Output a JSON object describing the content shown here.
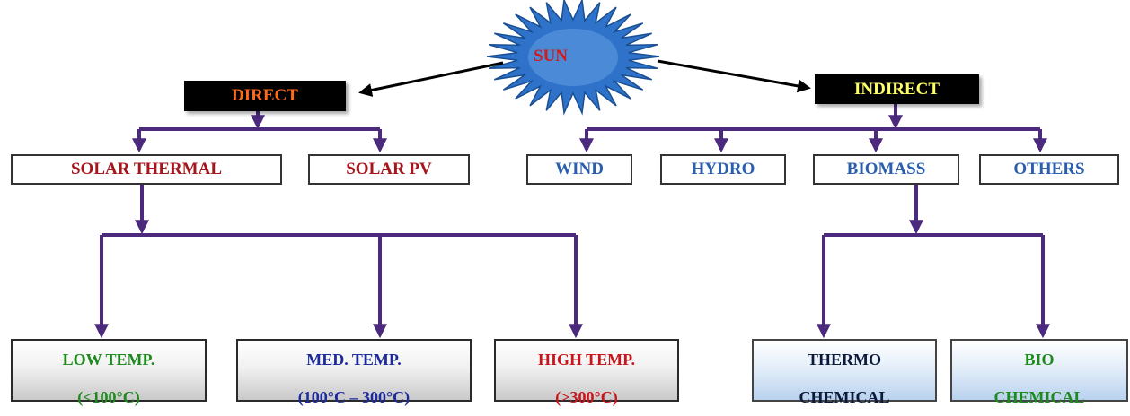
{
  "colors": {
    "sun_fill": "#2e73c9",
    "sun_label": "#d11a1a",
    "connector": "#4b2a7e",
    "arrow_black": "#000000",
    "direct_text": "#ff6a1a",
    "indirect_text": "#ffff66",
    "solar_text": "#a5151b",
    "renewables_text": "#2a5fb0",
    "low_temp_text": "#1e8a1e",
    "med_temp_text": "#1d2a9e",
    "high_temp_text": "#c8141a",
    "thermo_text": "#0b1a3a",
    "bio_text": "#1e8a1e"
  },
  "sun": {
    "label": "SUN"
  },
  "direct": {
    "label": "DIRECT"
  },
  "indirect": {
    "label": "INDIRECT"
  },
  "direct_children": {
    "solar_thermal": "SOLAR THERMAL",
    "solar_pv": "SOLAR PV"
  },
  "indirect_children": {
    "wind": "WIND",
    "hydro": "HYDRO",
    "biomass": "BIOMASS",
    "others": "OTHERS"
  },
  "temperature": {
    "low": {
      "line1": "LOW TEMP.",
      "line2": "(<100°C)"
    },
    "med": {
      "line1": "MED. TEMP.",
      "line2": "(100°C – 300°C)"
    },
    "high": {
      "line1": "HIGH TEMP.",
      "line2": "(>300°C)"
    }
  },
  "biomass_routes": {
    "thermo": {
      "line1": "THERMO",
      "line2": "CHEMICAL"
    },
    "bio": {
      "line1": "BIO",
      "line2": "CHEMICAL"
    }
  }
}
